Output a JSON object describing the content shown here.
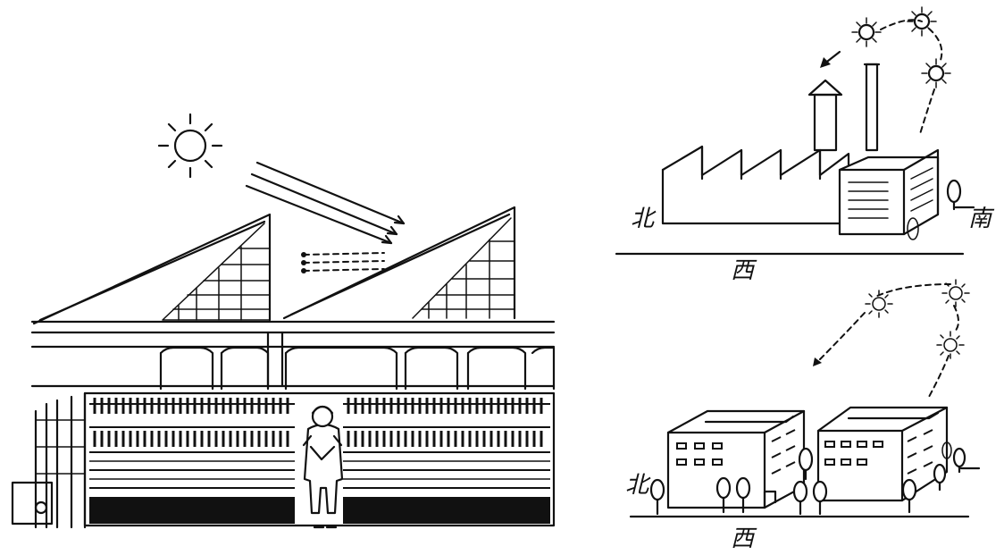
{
  "labels": {
    "top_north": "北",
    "top_south": "南",
    "top_west": "西",
    "bottom_north": "北",
    "bottom_west": "西"
  },
  "panels": {
    "left": "sawtooth-roof-interior",
    "top_right": "sawtooth-factory-orientation",
    "bottom_right": "buildings-orientation"
  },
  "colors": {
    "ink": "#111111",
    "paper": "#ffffff"
  }
}
